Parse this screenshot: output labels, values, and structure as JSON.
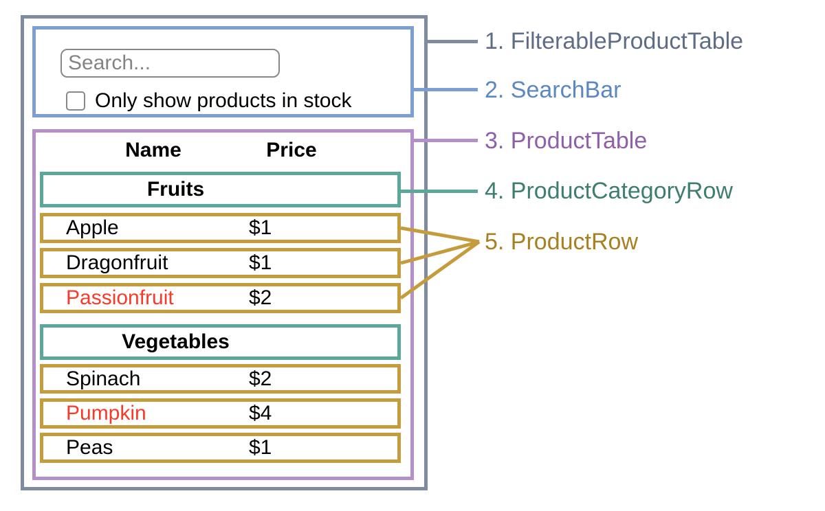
{
  "colors": {
    "slate": "#7f8ba0",
    "blue": "#7b9ed3",
    "purple": "#b48fc8",
    "teal": "#5ba89a",
    "gold": "#c59c3c",
    "label-slate": "#5f6c87",
    "label-blue": "#5b87c2",
    "label-purple": "#8d60a8",
    "label-teal": "#3e7e6c",
    "label-gold": "#a88021",
    "out-of-stock-red": "#fa3a28",
    "input-border": "#888888",
    "placeholder-gray": "#848484"
  },
  "legend": {
    "items": [
      {
        "label": "1. FilterableProductTable"
      },
      {
        "label": "2. SearchBar"
      },
      {
        "label": "3. ProductTable"
      },
      {
        "label": "4. ProductCategoryRow"
      },
      {
        "label": "5. ProductRow"
      }
    ]
  },
  "search_bar": {
    "input_placeholder": "Search...",
    "input_value": "",
    "checkbox_label": "Only show products in stock",
    "checkbox_checked": false
  },
  "product_table": {
    "column_headers": {
      "name": "Name",
      "price": "Price"
    },
    "sections": [
      {
        "category": "Fruits",
        "rows": [
          {
            "name": "Apple",
            "price": "$1",
            "highlighted_red": false
          },
          {
            "name": "Dragonfruit",
            "price": "$1",
            "highlighted_red": false
          },
          {
            "name": "Passionfruit",
            "price": "$2",
            "highlighted_red": true
          }
        ]
      },
      {
        "category": "Vegetables",
        "rows": [
          {
            "name": "Spinach",
            "price": "$2",
            "highlighted_red": false
          },
          {
            "name": "Pumpkin",
            "price": "$4",
            "highlighted_red": true
          },
          {
            "name": "Peas",
            "price": "$1",
            "highlighted_red": false
          }
        ]
      }
    ]
  }
}
